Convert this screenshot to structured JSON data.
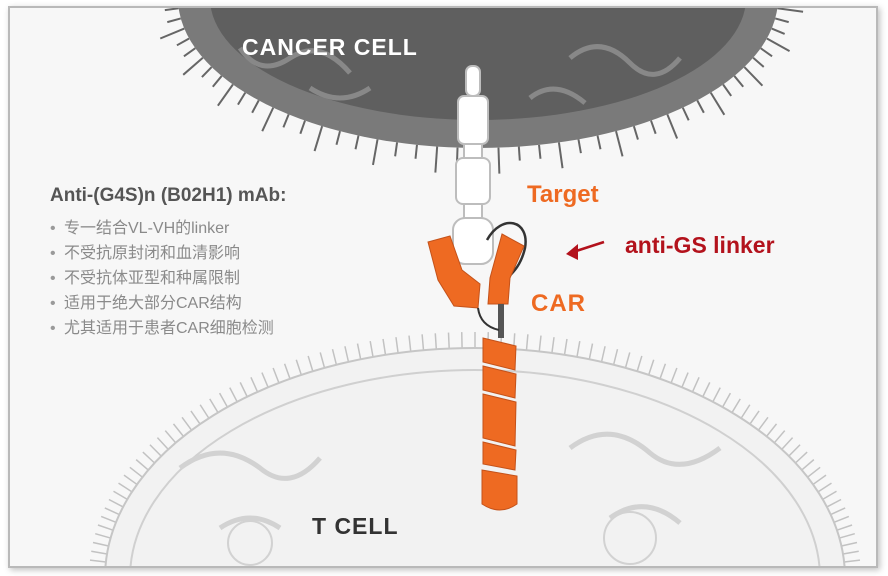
{
  "labels": {
    "cancer_cell": "CANCER CELL",
    "t_cell": "T CELL",
    "target": "Target",
    "car": "CAR",
    "anti_gs_linker": "anti-GS linker"
  },
  "antibody": {
    "title": "Anti-(G4S)n (B02H1) mAb:",
    "bullets": [
      "专一结合VL-VH的linker",
      "不受抗原封闭和血清影响",
      "不受抗体亚型和种属限制",
      "适用于绝大部分CAR结构",
      "尤其适用于患者CAR细胞检测"
    ]
  },
  "colors": {
    "car_orange": "#ee6a22",
    "linker_red": "#b3121c",
    "cancer_cell": "#6e6e6e",
    "t_cell": "#c8c8c8"
  }
}
